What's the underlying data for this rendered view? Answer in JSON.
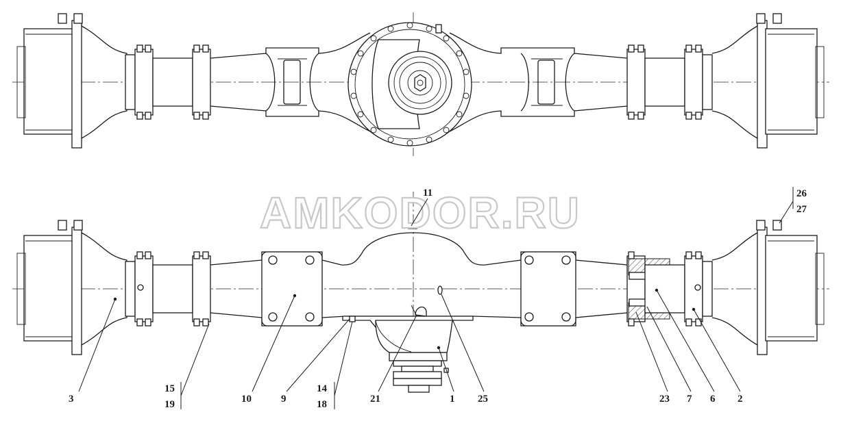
{
  "watermark": "AMKODOR.RU",
  "callouts": {
    "c1": "1",
    "c2": "2",
    "c3": "3",
    "c6": "6",
    "c7": "7",
    "c9": "9",
    "c10": "10",
    "c11": "11",
    "c14": "14",
    "c18": "18",
    "c15": "15",
    "c19": "19",
    "c21": "21",
    "c23": "23",
    "c25": "25",
    "c26": "26",
    "c27": "27"
  }
}
